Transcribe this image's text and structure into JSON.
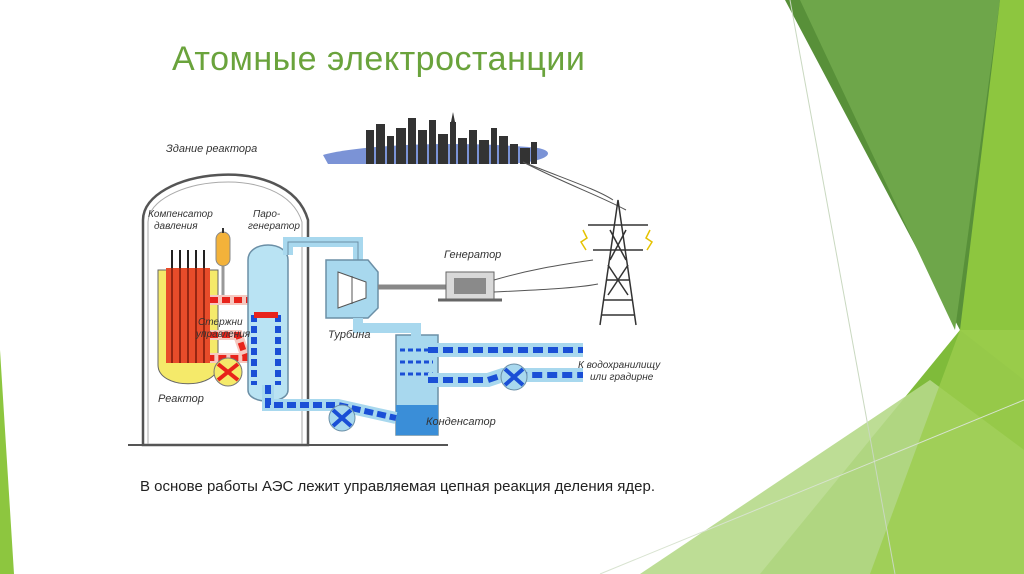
{
  "slide": {
    "title": "Атомные электростанции",
    "body": "В основе работы АЭС лежит управляемая цепная реакция деления ядер."
  },
  "diagram": {
    "labels": {
      "reactor_building": "Здание реактора",
      "pressure_compensator_line1": "Компенсатор",
      "pressure_compensator_line2": "давления",
      "steam_generator_line1": "Паро-",
      "steam_generator_line2": "генератор",
      "generator": "Генератор",
      "turbine": "Турбина",
      "control_rods_line1": "Стержни",
      "control_rods_line2": "управления",
      "reactor": "Реактор",
      "condenser": "Конденсатор",
      "reservoir_line1": "К водохранилищу",
      "reservoir_line2": "или градирне"
    }
  },
  "colors": {
    "title": "#6aa33c",
    "hot_loop": "#e8231b",
    "cold_loop": "#1a4fd6",
    "pipe_light": "#a8d8ee",
    "accent_green": "#8dc63f"
  }
}
